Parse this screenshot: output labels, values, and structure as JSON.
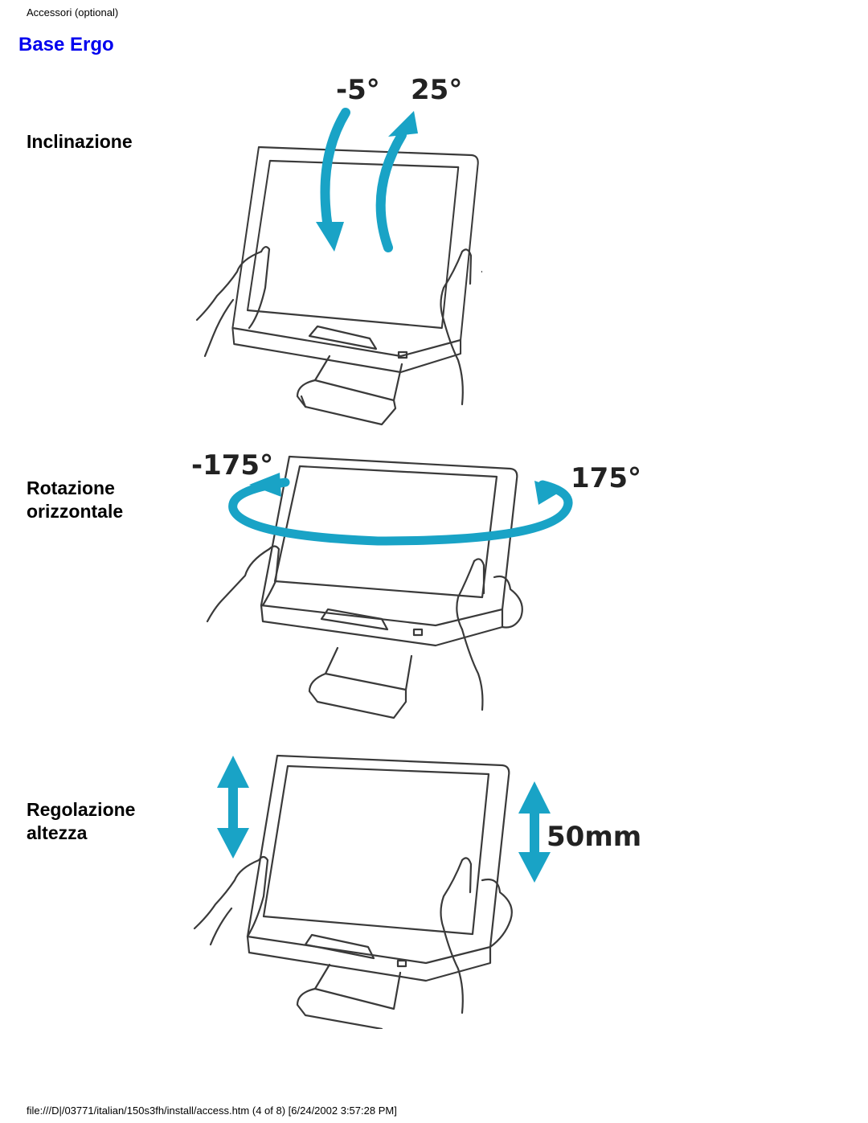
{
  "page": {
    "header_text": "Accessori (optional)",
    "title": "Base Ergo",
    "footer_text": "file:///D|/03771/italian/150s3fh/install/access.htm (4 of 8) [6/24/2002 3:57:28 PM]"
  },
  "sections": [
    {
      "label": "Inclinazione",
      "annot_left": "-5°",
      "annot_right": "25°"
    },
    {
      "label_line1": "Rotazione",
      "label_line2": "orizzontale",
      "annot_left": "-175°",
      "annot_right": "175°"
    },
    {
      "label_line1": "Regolazione",
      "label_line2": "altezza",
      "annot_right": "50mm"
    }
  ],
  "colors": {
    "arrow": "#19a3c6",
    "title": "#0000ee",
    "line": "#3a3a3a"
  }
}
